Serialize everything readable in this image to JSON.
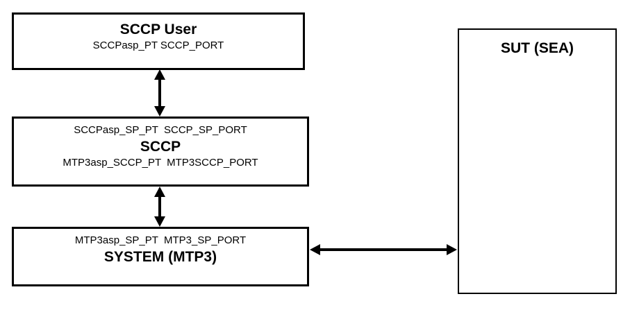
{
  "diagram": {
    "colors": {
      "background": "#ffffff",
      "border": "#000000",
      "text": "#000000",
      "arrow": "#000000"
    },
    "boxes": {
      "sccp_user": {
        "title": "SCCP User",
        "ports": "SCCPasp_PT SCCP_PORT"
      },
      "sccp": {
        "upper_ports": "SCCPasp_SP_PT  SCCP_SP_PORT",
        "title": "SCCP",
        "lower_ports": "MTP3asp_SCCP_PT  MTP3SCCP_PORT"
      },
      "system_mtp3": {
        "upper_ports": "MTP3asp_SP_PT  MTP3_SP_PORT",
        "title": "SYSTEM (MTP3)"
      },
      "sut": {
        "title": "SUT (SEA)"
      }
    },
    "connections": [
      {
        "from": "SCCP User",
        "to": "SCCP",
        "style": "bidirectional-arrow"
      },
      {
        "from": "SCCP",
        "to": "SYSTEM (MTP3)",
        "style": "bidirectional-arrow"
      },
      {
        "from": "SYSTEM (MTP3)",
        "to": "SUT (SEA)",
        "style": "bidirectional-arrow"
      }
    ]
  }
}
